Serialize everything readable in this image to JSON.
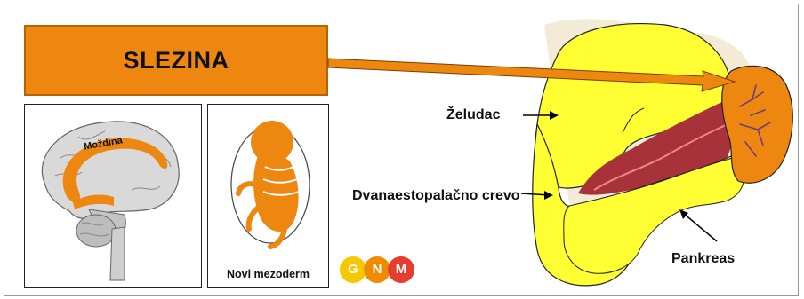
{
  "banner": {
    "title": "SLEZINA"
  },
  "brain": {
    "label": "Moždina"
  },
  "embryo": {
    "caption": "Novi mezoderm"
  },
  "logo": {
    "letters": [
      "G",
      "N",
      "M"
    ],
    "colors": [
      "#f6c800",
      "#f08a00",
      "#e53d2e"
    ]
  },
  "anatomy": {
    "stomach_label": "Želudac",
    "duodenum_label": "Dvanaestopalačno crevo",
    "pancreas_label": "Pankreas"
  },
  "colors": {
    "accent": "#ee8710",
    "organ_yellow": "#ffff33"
  }
}
